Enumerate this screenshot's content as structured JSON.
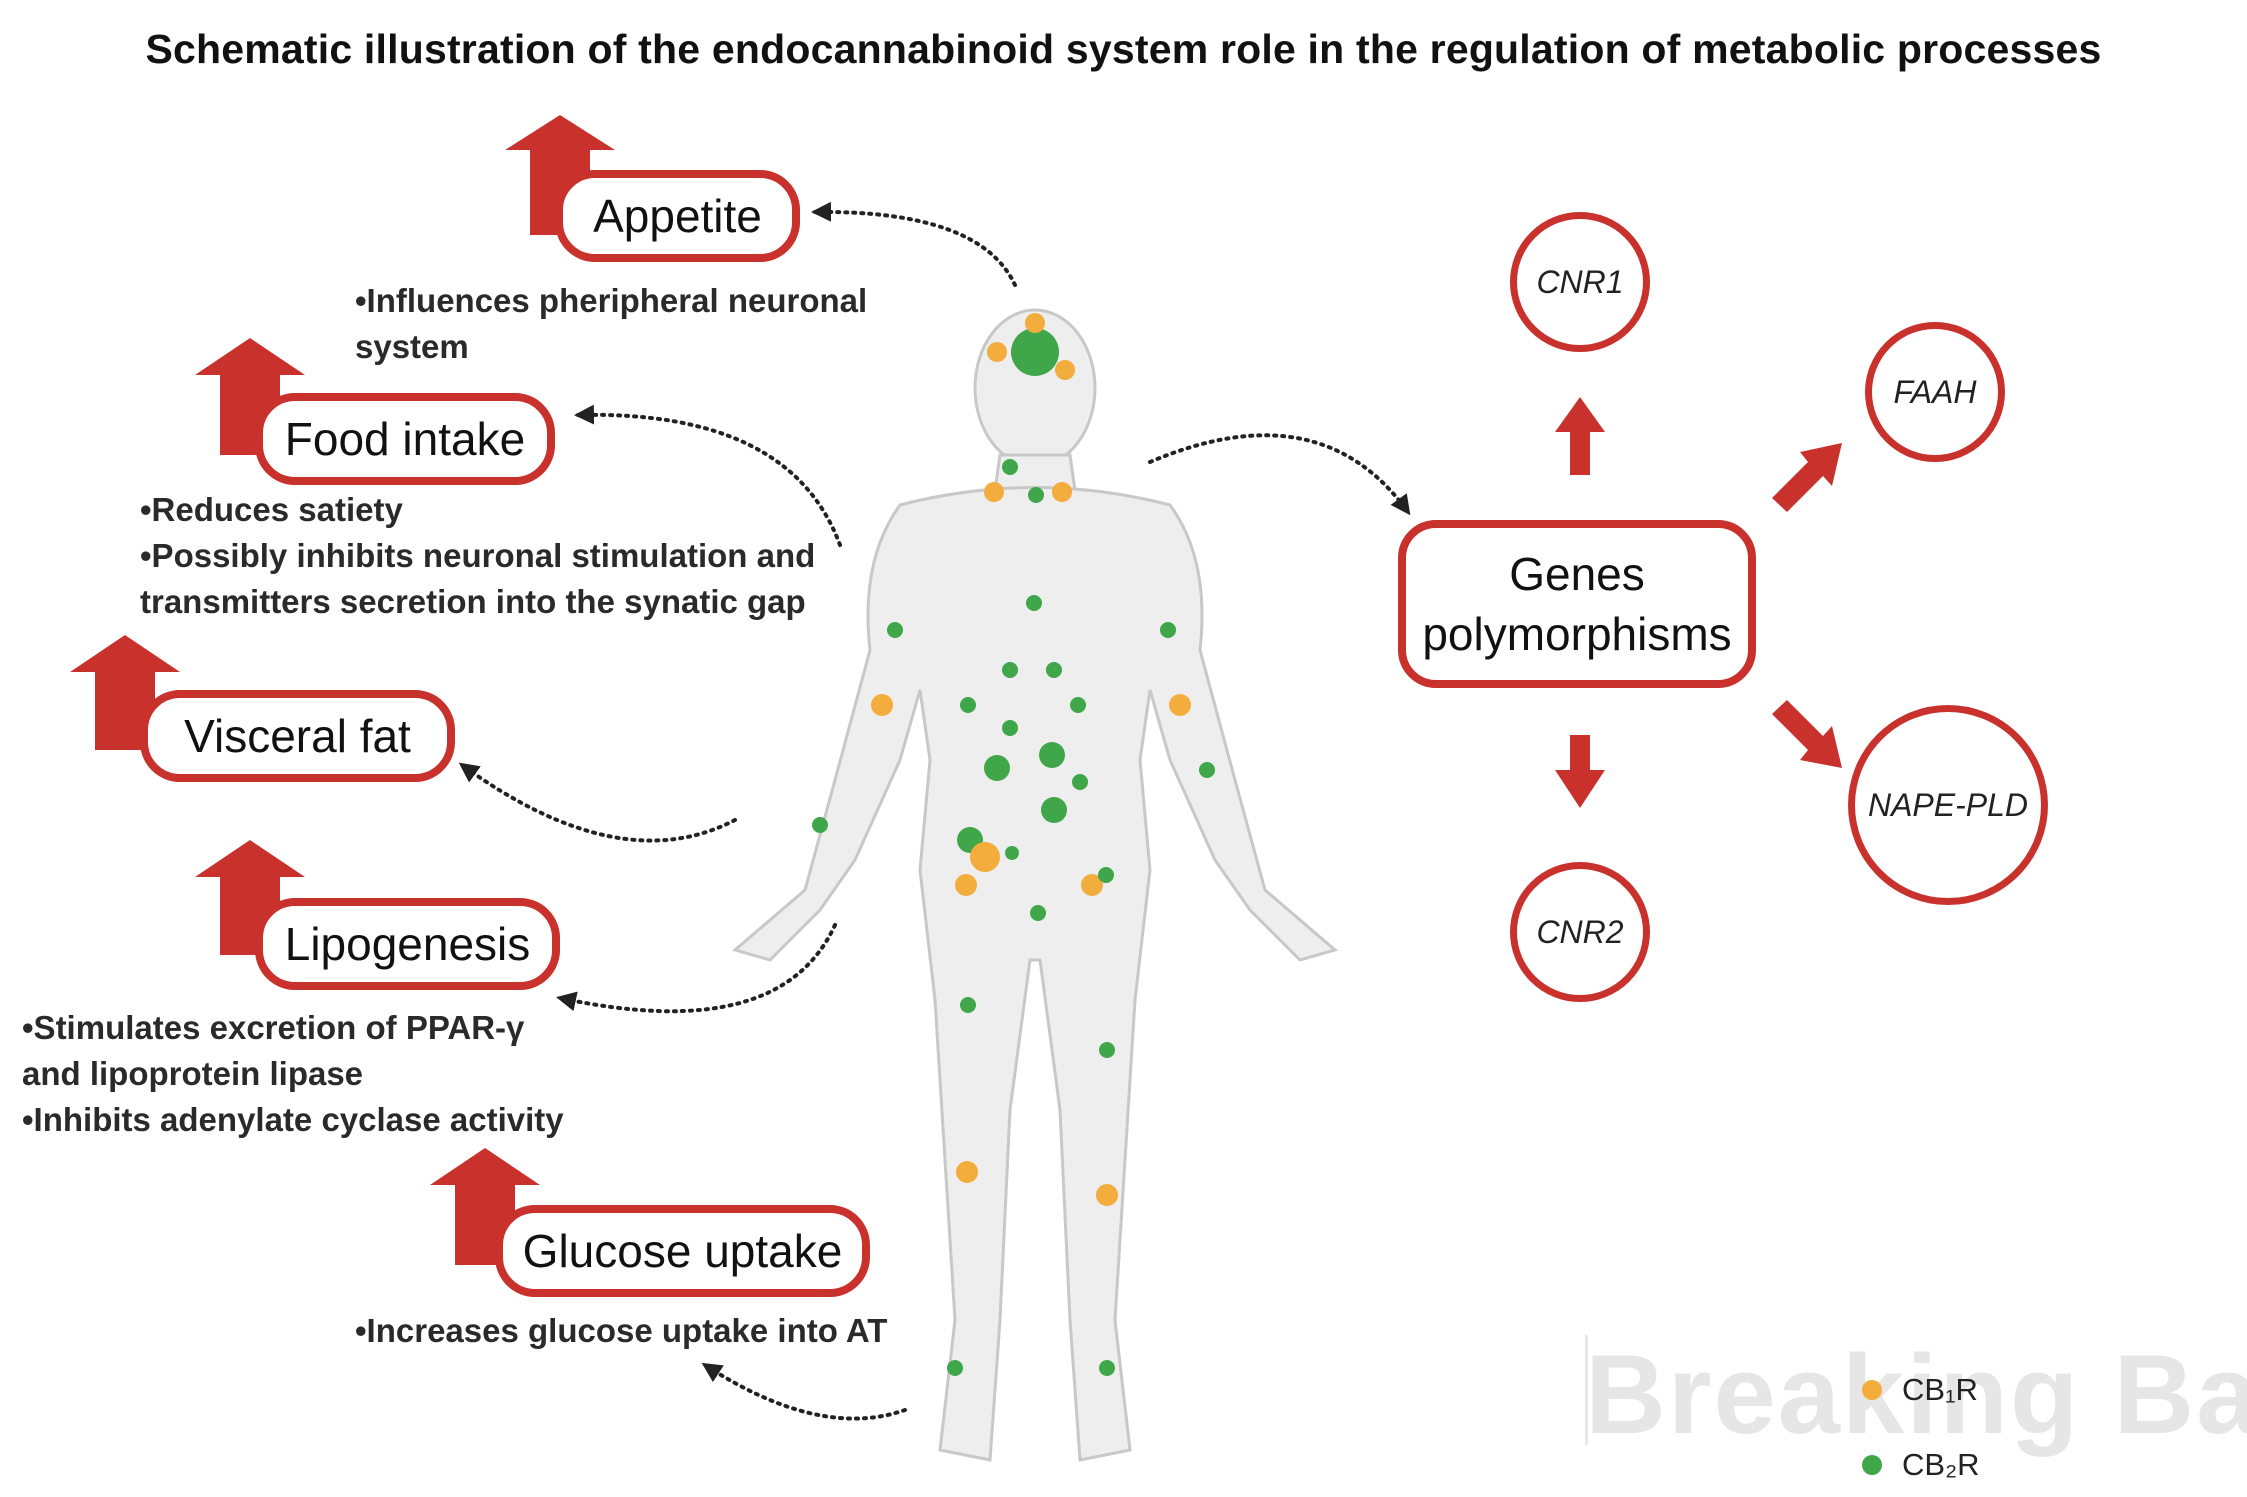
{
  "title": "Schematic illustration of the endocannabinoid system role in the regulation of metabolic processes",
  "effects": [
    {
      "label": "Appetite",
      "bullets": [
        "•Influences pheripheral neuronal",
        "system"
      ]
    },
    {
      "label": "Food intake",
      "bullets": [
        "•Reduces satiety",
        "•Possibly inhibits neuronal stimulation and",
        "transmitters secretion into the synatic gap"
      ]
    },
    {
      "label": "Visceral fat",
      "bullets": []
    },
    {
      "label": "Lipogenesis",
      "bullets": [
        "•Stimulates excretion of PPAR-γ",
        "and lipoprotein lipase",
        "•Inhibits adenylate cyclase activity"
      ]
    },
    {
      "label": "Glucose uptake",
      "bullets": [
        "•Increases glucose uptake into AT"
      ]
    }
  ],
  "genes": {
    "center_line1": "Genes",
    "center_line2": "polymorphisms",
    "cnr1": "CNR1",
    "cnr2": "CNR2",
    "faah": "FAAH",
    "nape": "NAPE-PLD"
  },
  "legend": {
    "cb1": "CB₁R",
    "cb2": "CB₂R",
    "cb1_color": "#f2ad3c",
    "cb2_color": "#3fa64a"
  },
  "watermark": "Breaking Bad",
  "colors": {
    "accent_red": "#c8312c",
    "body_fill": "#eeeeee"
  }
}
